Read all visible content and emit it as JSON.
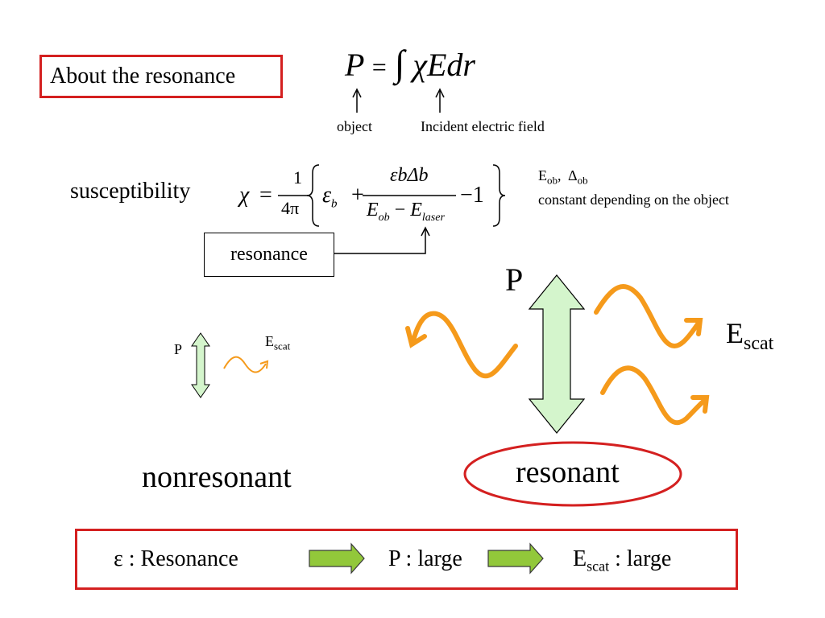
{
  "title": "About the resonance",
  "formula_p": {
    "lhs": "P",
    "eq": "=",
    "integral": "∫",
    "integrand": "χEdr",
    "label_object": "object",
    "label_field": "Incident electric field"
  },
  "susceptibility": {
    "label": "susceptibility",
    "chi": "χ",
    "eq": "=",
    "frac_num": "1",
    "frac_den": "4π",
    "eps_b": "ε",
    "sub_b": "b",
    "plus": "+",
    "num_term": "εbΔb",
    "den_e_ob": "E",
    "sub_ob": "ob",
    "minus": "−",
    "den_e_laser": "E",
    "sub_laser": "laser",
    "minus_one": "−1"
  },
  "constants_note": {
    "line1_e": "E",
    "line1_e_sub": "ob",
    "line1_sep": ",",
    "line1_delta": "Δ",
    "line1_delta_sub": "ob",
    "line2": "constant depending on the object"
  },
  "resonance_box": "resonance",
  "nonresonant": {
    "p_label": "P",
    "e_label": "E",
    "e_sub": "scat",
    "caption": "nonresonant"
  },
  "resonant": {
    "p_label": "P",
    "e_label": "E",
    "e_sub": "scat",
    "caption": "resonant"
  },
  "summary": {
    "step1": "ε : Resonance",
    "step2": "P : large",
    "step3_e": "E",
    "step3_sub": "scat",
    "step3_rest": " : large"
  },
  "colors": {
    "red": "#d42020",
    "orange": "#f59a1b",
    "light_green": "#d4f5cc",
    "arrow_green": "#92c83a"
  }
}
